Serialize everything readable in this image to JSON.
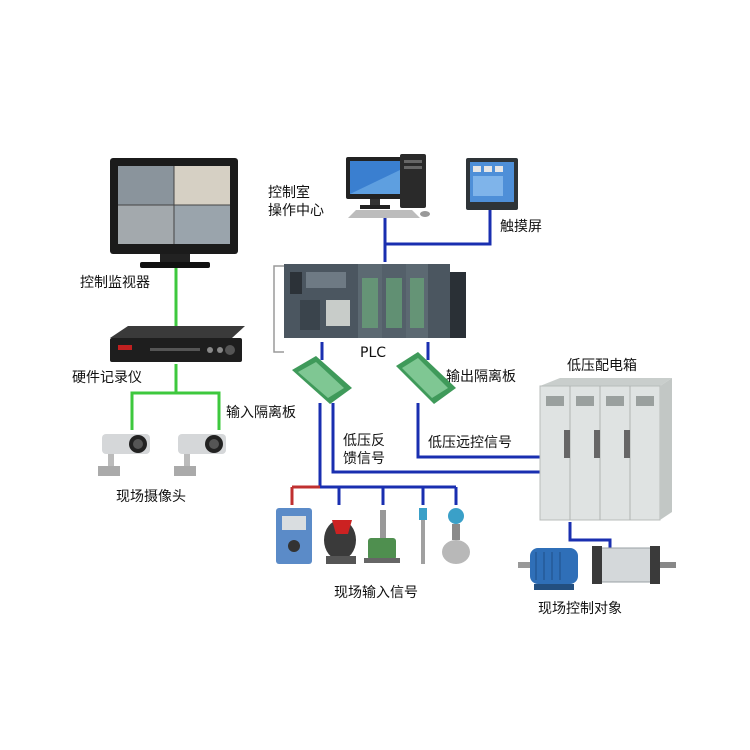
{
  "labels": {
    "control_room_line1": "控制室",
    "control_room_line2": "操作中心",
    "touch_screen": "触摸屏",
    "monitor": "控制监视器",
    "plc": "PLC",
    "dvr": "硬件记录仪",
    "input_isolation": "输入隔离板",
    "output_isolation": "输出隔离板",
    "lv_feedback_line1": "低压反",
    "lv_feedback_line2": "馈信号",
    "lv_remote_control": "低压远控信号",
    "lv_cabinet": "低压配电箱",
    "cameras": "现场摄像头",
    "field_inputs": "现场输入信号",
    "field_objects": "现场控制对象"
  },
  "colors": {
    "green_line": "#3ec83e",
    "blue_line": "#1a2fb0",
    "red_line": "#c03030",
    "gray_line": "#9a9a9a",
    "cabinet": "#dfe3e2",
    "plc_body": "#4b5660",
    "isolation_board": "#3f9a5a"
  },
  "icons": [
    "monitor-icon",
    "computer-icon",
    "touchscreen-icon",
    "dvr-icon",
    "camera-icon",
    "plc-icon",
    "isolation-board-icon",
    "sensor-icon",
    "cabinet-icon",
    "motor-icon",
    "actuator-icon"
  ]
}
